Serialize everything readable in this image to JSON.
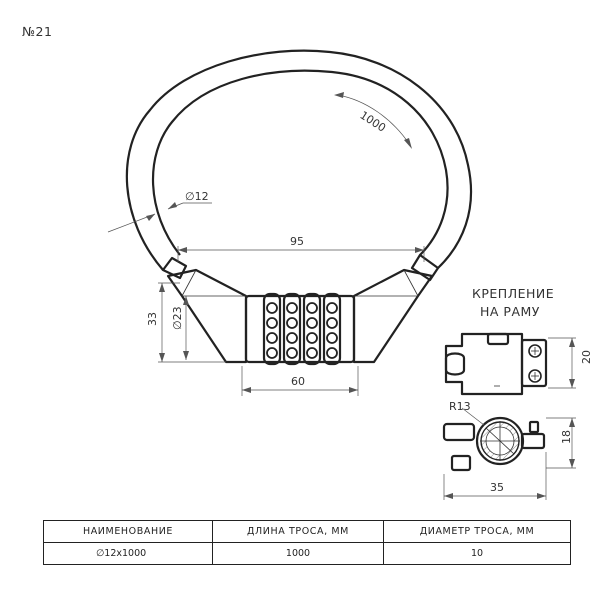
{
  "drawing": {
    "sheet_number": "№21",
    "dimensions": {
      "cable_length": "1000",
      "cable_diameter": "∅12",
      "shackle_width": "95",
      "lock_height": "33",
      "lock_diameter": "∅23",
      "lock_width": "60"
    },
    "mount": {
      "title_line1": "КРЕПЛЕНИЕ",
      "title_line2": "НА РАМУ",
      "height": "20",
      "radius": "R13",
      "side_height": "18",
      "width": "35"
    }
  },
  "table": {
    "headers": [
      "НАИМЕНОВАНИЕ",
      "ДЛИНА ТРОСА, ММ",
      "ДИАМЕТР ТРОСА, ММ"
    ],
    "rows": [
      [
        "∅12x1000",
        "1000",
        "10"
      ]
    ]
  }
}
